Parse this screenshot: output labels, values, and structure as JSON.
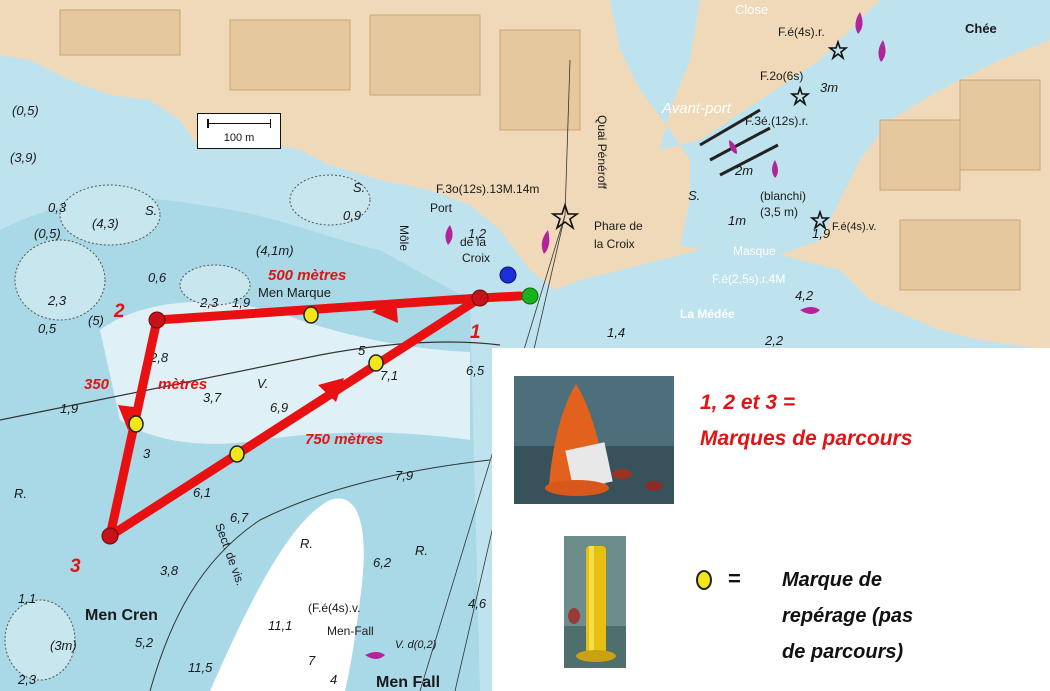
{
  "map": {
    "place_labels": [
      "Close",
      "Chée",
      "Avant-port",
      "Quai Pénéroff",
      "Phare de",
      "la Croix",
      "Port",
      "de la",
      "Croix",
      "Môle",
      "Men Marque",
      "La Médée",
      "Masque",
      "(blanchi)",
      "(3,5 m)",
      "Men Cren",
      "Men-Fall",
      "Men Fall",
      "Sect. de vis."
    ],
    "light_labels": [
      "F.é(4s).r.",
      "F.2o(6s)",
      "F.3é.(12s).r.",
      "F.3o(12s).13M.14m",
      "F.é(4s).v.",
      "F.é(2,5s).r.4M",
      "(F.é(4s).v."
    ],
    "depth_labels": [
      "3m",
      "2m",
      "1m",
      "1,2",
      "1,9",
      "4,2",
      "2,2",
      "(0,5)",
      "(3,9)",
      "0,3",
      "(0,5)",
      "(4,3)",
      "S.",
      "S.",
      "0,9",
      "(4,1m)",
      "0,6",
      "2,3",
      "(5)",
      "2,3",
      "1,9",
      "0,5",
      "2,8",
      "3,7",
      "6,9",
      "V.",
      "5",
      "1,4",
      "6,5",
      "7,1",
      "1,9",
      "3",
      "7,9",
      "6,1",
      "6,7",
      "3,8",
      "R.",
      "R.",
      "6,2",
      "4,6",
      "1,1",
      "(3m)",
      "5,2",
      "11,1",
      "11,5",
      "7",
      "4",
      "2,3",
      "V. d(0,2)",
      "S.",
      "R."
    ],
    "scale_label": "100 m"
  },
  "route": {
    "marks": [
      "1",
      "2",
      "3"
    ],
    "leg_labels": [
      "500 mètres",
      "350",
      "mètres",
      "750 mètres"
    ],
    "colors": {
      "route": "#e81010",
      "buoy_red": "#c8121a",
      "start_blue": "#1a2fd8",
      "finish_green": "#18b21c",
      "marker_yellow": "#f2e51a"
    }
  },
  "legend": {
    "course_marks_line1": "1, 2 et 3 =",
    "course_marks_line2": "Marques de parcours",
    "equals": "=",
    "sighting_line1": "Marque de",
    "sighting_line2": "repérage (pas",
    "sighting_line3": "de parcours)"
  }
}
